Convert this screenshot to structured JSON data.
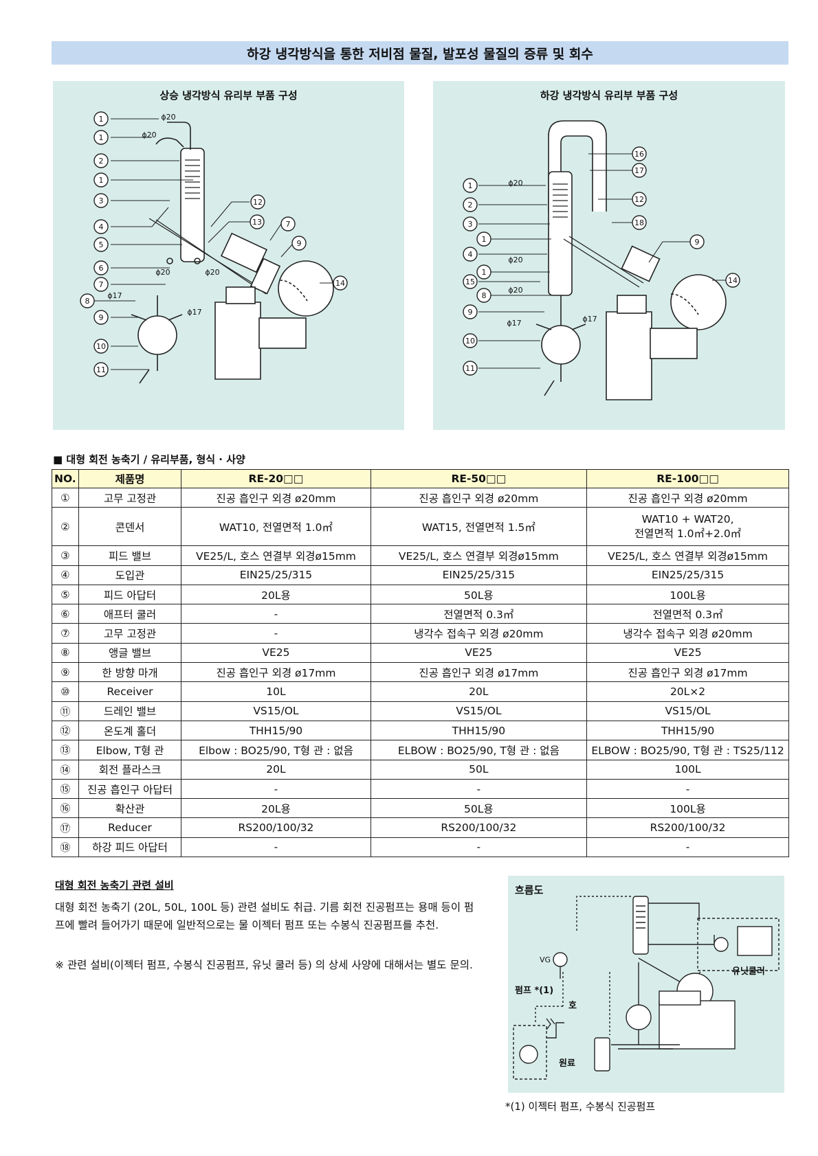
{
  "title": "하강 냉각방식을 통한 저비점 물질, 발포성 물질의 증류 및 회수",
  "panels": {
    "left_title": "상승 냉각방식 유리부 부품 구성",
    "right_title": "하강 냉각방식 유리부 부품 구성",
    "dims": {
      "d20": "ϕ20",
      "d17": "ϕ17"
    },
    "left_markers": [
      "1",
      "1",
      "2",
      "1",
      "3",
      "4",
      "5",
      "6",
      "7",
      "8",
      "9",
      "10",
      "11",
      "12",
      "13",
      "7",
      "9",
      "14"
    ],
    "right_markers": [
      "16",
      "17",
      "1",
      "2",
      "3",
      "1",
      "4",
      "1",
      "15",
      "8",
      "9",
      "10",
      "11",
      "12",
      "18",
      "9",
      "14"
    ]
  },
  "section_heading": "■ 대형 회전 농축기 / 유리부품, 형식 · 사양",
  "table": {
    "headers": [
      "NO.",
      "제품명",
      "RE-20□□",
      "RE-50□□",
      "RE-100□□"
    ],
    "rows": [
      {
        "no": "①",
        "name": "고무 고정관",
        "c1": "진공 흡인구 외경 ø20mm",
        "c2": "진공 흡인구 외경 ø20mm",
        "c3": "진공 흡인구 외경 ø20mm"
      },
      {
        "no": "②",
        "name": "콘덴서",
        "c1": "WAT10, 전열면적 1.0㎡",
        "c2": "WAT15, 전열면적 1.5㎡",
        "c3a": "WAT10 + WAT20,",
        "c3b": "전열면적 1.0㎡+2.0㎡"
      },
      {
        "no": "③",
        "name": "피드 밸브",
        "c1": "VE25/L, 호스 연결부 외경ø15mm",
        "c2": "VE25/L, 호스 연결부 외경ø15mm",
        "c3": "VE25/L, 호스 연결부 외경ø15mm"
      },
      {
        "no": "④",
        "name": "도입관",
        "c1": "EIN25/25/315",
        "c2": "EIN25/25/315",
        "c3": "EIN25/25/315"
      },
      {
        "no": "⑤",
        "name": "피드 아답터",
        "c1": "20L용",
        "c2": "50L용",
        "c3": "100L용"
      },
      {
        "no": "⑥",
        "name": "애프터 쿨러",
        "c1": "-",
        "c2": "전열면적 0.3㎡",
        "c3": "전열면적 0.3㎡"
      },
      {
        "no": "⑦",
        "name": "고무 고정관",
        "c1": "-",
        "c2": "냉각수 접속구 외경 ø20mm",
        "c3": "냉각수 접속구 외경 ø20mm"
      },
      {
        "no": "⑧",
        "name": "앵글 밸브",
        "c1": "VE25",
        "c2": "VE25",
        "c3": "VE25"
      },
      {
        "no": "⑨",
        "name": "한 방향 마개",
        "c1": "진공 흡인구 외경 ø17mm",
        "c2": "진공 흡인구 외경 ø17mm",
        "c3": "진공 흡인구 외경 ø17mm"
      },
      {
        "no": "⑩",
        "name": "Receiver",
        "c1": "10L",
        "c2": "20L",
        "c3": "20L×2"
      },
      {
        "no": "⑪",
        "name": "드레인 밸브",
        "c1": "VS15/OL",
        "c2": "VS15/OL",
        "c3": "VS15/OL"
      },
      {
        "no": "⑫",
        "name": "온도계 홀더",
        "c1": "THH15/90",
        "c2": "THH15/90",
        "c3": "THH15/90"
      },
      {
        "no": "⑬",
        "name": "Elbow, T형 관",
        "c1": "Elbow : BO25/90, T형 관 : 없음",
        "c2": "ELBOW : BO25/90, T형 관 : 없음",
        "c3": "ELBOW : BO25/90, T형 관 : TS25/112"
      },
      {
        "no": "⑭",
        "name": "회전 플라스크",
        "c1": "20L",
        "c2": "50L",
        "c3": "100L"
      },
      {
        "no": "⑮",
        "name": "진공 흡인구 아답터",
        "c1": "-",
        "c2": "-",
        "c3": "-"
      },
      {
        "no": "⑯",
        "name": "확산관",
        "c1": "20L용",
        "c2": "50L용",
        "c3": "100L용"
      },
      {
        "no": "⑰",
        "name": "Reducer",
        "c1": "RS200/100/32",
        "c2": "RS200/100/32",
        "c3": "RS200/100/32"
      },
      {
        "no": "⑱",
        "name": "하강 피드 아답터",
        "c1": "-",
        "c2": "-",
        "c3": "-"
      }
    ]
  },
  "related": {
    "title": "대형 회전 농축기 관련 설비",
    "body": "대형 회전 농축기 (20L, 50L, 100L 등) 관련 설비도 취급. 기름 회전 진공펌프는 용매 등이 펌프에 빨려 들어가기 때문에 일반적으로는 물 이젝터 펌프 또는 수봉식 진공펌프를 추천.",
    "note": "※ 관련 설비(이젝터 펌프, 수봉식 진공펌프, 유닛 쿨러 등) 의 상세 사양에 대해서는 별도 문의."
  },
  "flow": {
    "title": "흐름도",
    "vg": "VG",
    "pump": "펌프 *(1)",
    "cooler": "유닛쿨러",
    "raw": "원료",
    "hose": "호"
  },
  "footnote": "*(1) 이젝터 펌프, 수봉식 진공펌프"
}
